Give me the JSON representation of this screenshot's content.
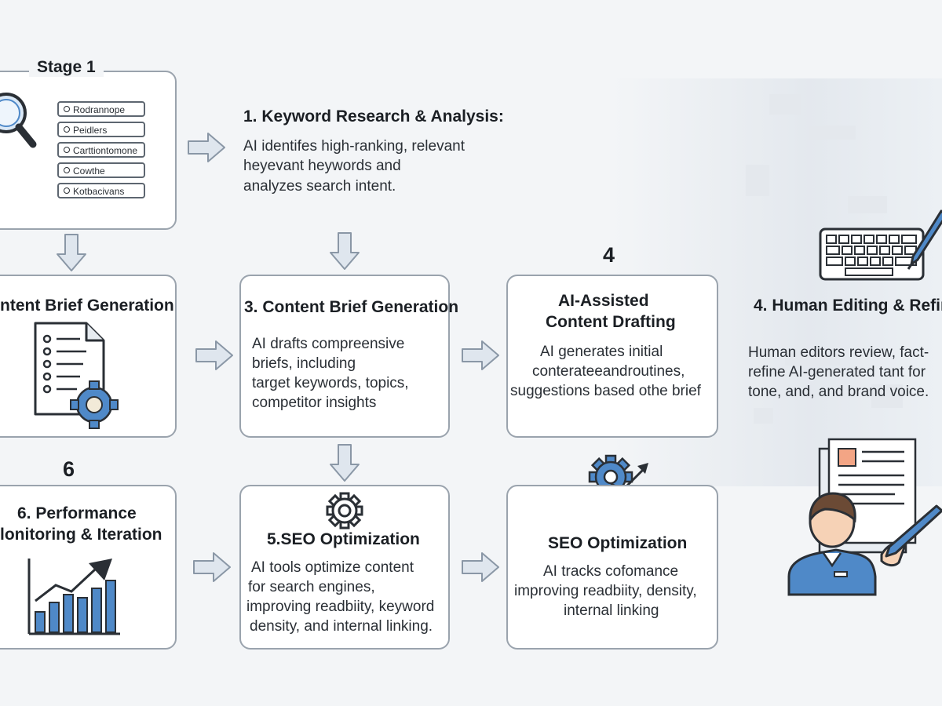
{
  "stage_label": "Stage 1",
  "keyword_list": [
    "Rodrannope",
    "Peidlers",
    "Carttiontomone",
    "Cowthe",
    "Kotbacivans"
  ],
  "step1": {
    "title": "1. Keyword Research & Analysis:",
    "lines": [
      "AI identifes high-ranking, relevant",
      "heyevant heywords and",
      "analyzes search intent."
    ]
  },
  "card_left_brief": {
    "title": "ntent Brief Generation"
  },
  "step3": {
    "title": "3. Content Brief Generation",
    "lines": [
      "AI drafts compreensive",
      "briefs, including",
      "target keywords, topics,",
      "competitor insights"
    ]
  },
  "step4_draft": {
    "number": "4",
    "title_lines": [
      "AI-Assisted",
      "Content Drafting"
    ],
    "lines": [
      "AI generates initial",
      "conterateeandroutines,",
      "suggestions based othe brief"
    ]
  },
  "step4_edit": {
    "title": "4. Human Editing & Refin",
    "lines": [
      "Human editors review, fact-",
      "refine AI-generated tant for",
      "tone, and, and brand voice."
    ]
  },
  "step6": {
    "number": "6",
    "title_lines": [
      "6. Performance",
      "lonitoring & Iteration"
    ]
  },
  "step5": {
    "title": "5.SEO Optimization",
    "lines": [
      "AI tools optimize content",
      "for search engines,",
      "improving readbiity, keyword",
      "density, and internal linking."
    ]
  },
  "step_seo": {
    "title": "SEO Optimization",
    "lines": [
      "AI tracks cofomance",
      "improving readbiity, density,",
      "internal linking"
    ]
  },
  "colors": {
    "card_border": "#9aa3ad",
    "arrow_fill": "#dfe6ee",
    "arrow_stroke": "#8a97a6",
    "icon_blue": "#4f89c8",
    "icon_dark": "#2a2f35"
  },
  "icons": [
    "magnifier-icon",
    "document-gear-icon",
    "bar-chart-icon",
    "gear-icon",
    "gear-chart-icon",
    "keyboard-icon",
    "pen-icon",
    "resume-icon",
    "editor-person-icon",
    "arrow-icon"
  ]
}
